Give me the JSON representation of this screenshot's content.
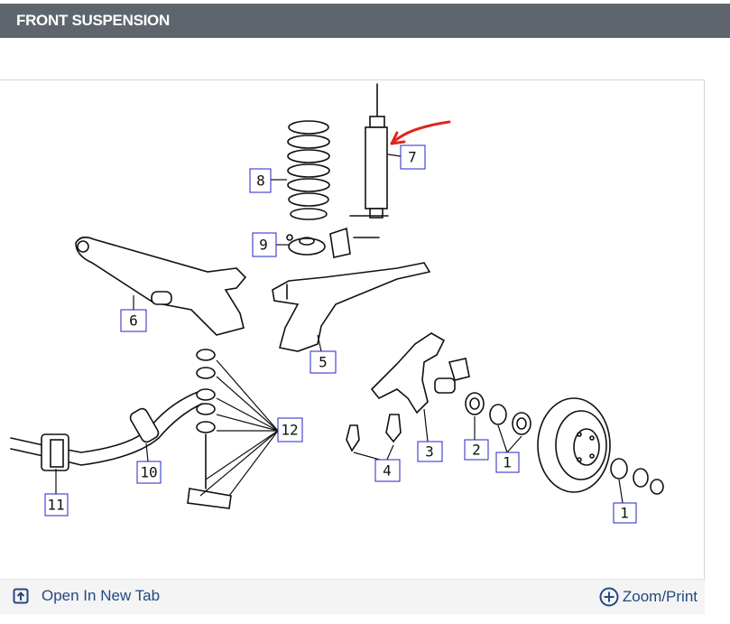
{
  "header": {
    "title": "FRONT SUSPENSION"
  },
  "diagram": {
    "callouts": [
      {
        "id": "c7",
        "label": "7"
      },
      {
        "id": "c8",
        "label": "8"
      },
      {
        "id": "c9",
        "label": "9"
      },
      {
        "id": "c6",
        "label": "6"
      },
      {
        "id": "c5",
        "label": "5"
      },
      {
        "id": "c12",
        "label": "12"
      },
      {
        "id": "c10",
        "label": "10"
      },
      {
        "id": "c11",
        "label": "11"
      },
      {
        "id": "c4",
        "label": "4"
      },
      {
        "id": "c3",
        "label": "3"
      },
      {
        "id": "c2",
        "label": "2"
      },
      {
        "id": "c1a",
        "label": "1"
      },
      {
        "id": "c1b",
        "label": "1"
      }
    ],
    "annotation_color": "#e0261f"
  },
  "footer": {
    "open_label": "Open In New Tab",
    "zoom_label": "Zoom/Print",
    "open_icon": "open-new-tab-icon",
    "zoom_icon": "zoom-plus-icon",
    "link_color": "#24497f"
  }
}
